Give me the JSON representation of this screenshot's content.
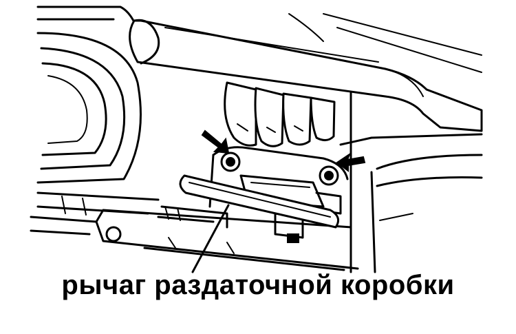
{
  "figure": {
    "caption": "рычаг раздаточной коробки",
    "colors": {
      "ink": "#000000",
      "paper": "#ffffff"
    },
    "markers": [
      "arrow-left",
      "arrow-right"
    ]
  }
}
